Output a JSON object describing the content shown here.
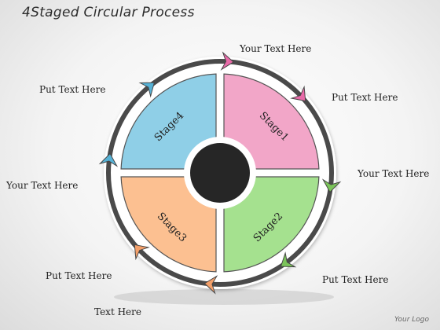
{
  "title": "4Staged Circular Process",
  "stages": [
    {
      "label": "Stage1",
      "color": "#f2a6c8"
    },
    {
      "label": "Stage2",
      "color": "#a5e18f"
    },
    {
      "label": "Stage3",
      "color": "#fcc091"
    },
    {
      "label": "Stage4",
      "color": "#8fcfe7"
    }
  ],
  "labels": {
    "top": "Your Text Here",
    "upper_right": "Put Text Here",
    "right": "Your Text Here",
    "lower_right": "Put Text Here",
    "bottom": "Text Here",
    "lower_left": "Put Text Here",
    "left": "Your Text Here",
    "upper_left": "Put Text Here"
  },
  "logo": "Your Logo",
  "colors": {
    "ring": "#4a4a4a",
    "center": "#262626",
    "arrow_pink": "#e86aa8",
    "arrow_green": "#7bc45a",
    "arrow_orange": "#f4a06a",
    "arrow_blue": "#56b2d6"
  }
}
